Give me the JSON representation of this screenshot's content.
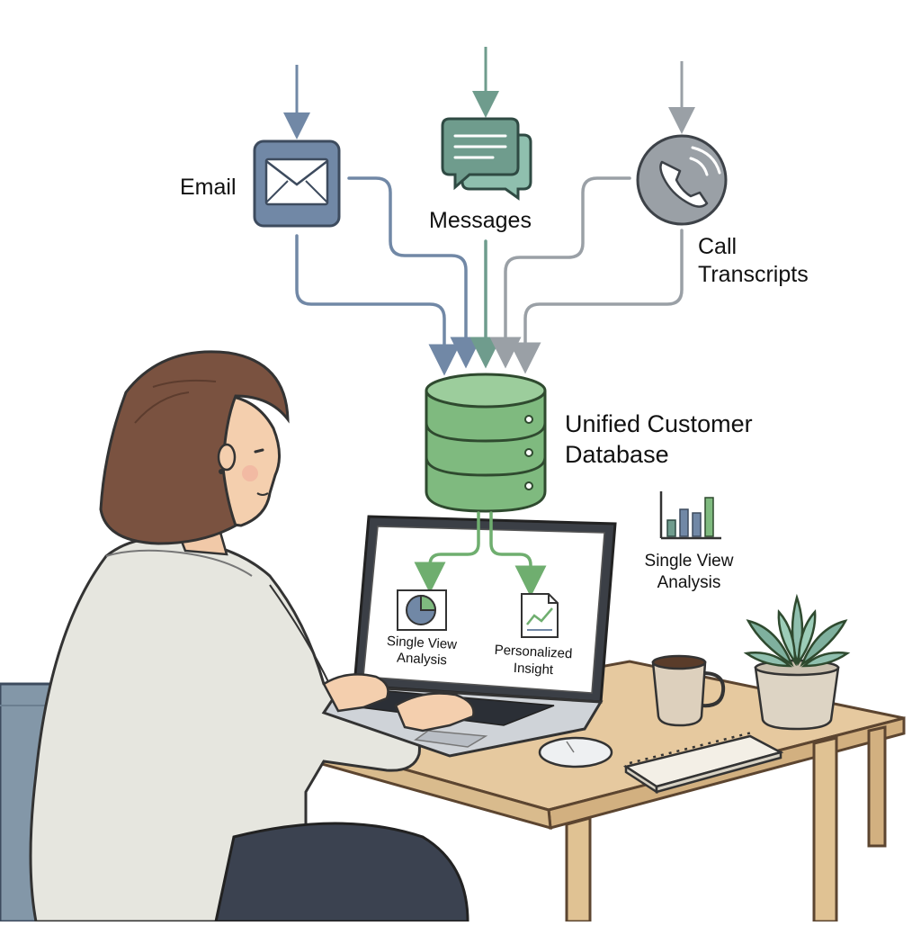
{
  "sources": {
    "email": "Email",
    "messages": "Messages",
    "call_line1": "Call",
    "call_line2": "Transcripts"
  },
  "database": {
    "line1": "Unified Customer",
    "line2": "Database"
  },
  "side_chart": {
    "line1": "Single View",
    "line2": "Analysis"
  },
  "laptop_screen": {
    "left_line1": "Single View",
    "left_line2": "Analysis",
    "right_line1": "Personalized",
    "right_line2": "Insight"
  },
  "colors": {
    "email": "#7188a6",
    "messages": "#6f9c8d",
    "call": "#9aa0a6",
    "database": "#7fba7f",
    "wood": "#e6c99f"
  },
  "icons": [
    "envelope-icon",
    "chat-bubbles-icon",
    "phone-icon",
    "database-icon",
    "bar-chart-icon",
    "pie-chart-icon",
    "document-chart-icon"
  ]
}
